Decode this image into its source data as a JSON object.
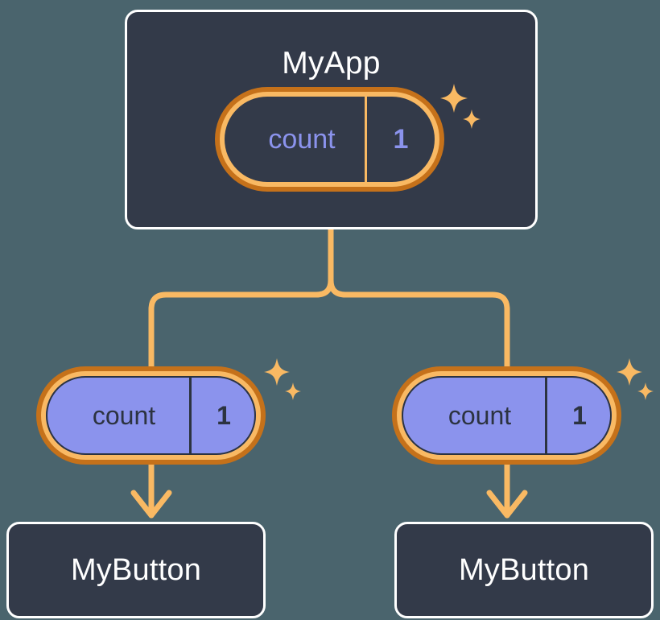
{
  "theme": {
    "page_background": "#4a646d",
    "card_background": "#333a49",
    "card_border": "#ffffff",
    "accent_orange_light": "#f9b963",
    "accent_orange_dark": "#c5711a",
    "state_fill_periwinkle": "#8b93ed",
    "state_text_dark": "#2c3340",
    "text_light": "#ffffff"
  },
  "diagram": {
    "type": "component-state-tree",
    "root": {
      "id": "app-card",
      "title": "MyApp",
      "state": {
        "key": "count",
        "value": "1",
        "style": "hollow",
        "sparkle": true
      }
    },
    "children": [
      {
        "id": "branch-left",
        "state": {
          "key": "count",
          "value": "1",
          "style": "solid",
          "sparkle": true
        },
        "component": {
          "id": "btn-card-left",
          "title": "MyButton"
        }
      },
      {
        "id": "branch-right",
        "state": {
          "key": "count",
          "value": "1",
          "style": "solid",
          "sparkle": true
        },
        "component": {
          "id": "btn-card-right",
          "title": "MyButton"
        }
      }
    ],
    "connectors": {
      "trunk": "vertical-split-tee",
      "leaf": "down-arrow",
      "color": "#f9b963",
      "stroke_width": 7
    },
    "icons": {
      "sparkle": "sparkle-icon",
      "arrow": "arrow-down-icon"
    }
  }
}
